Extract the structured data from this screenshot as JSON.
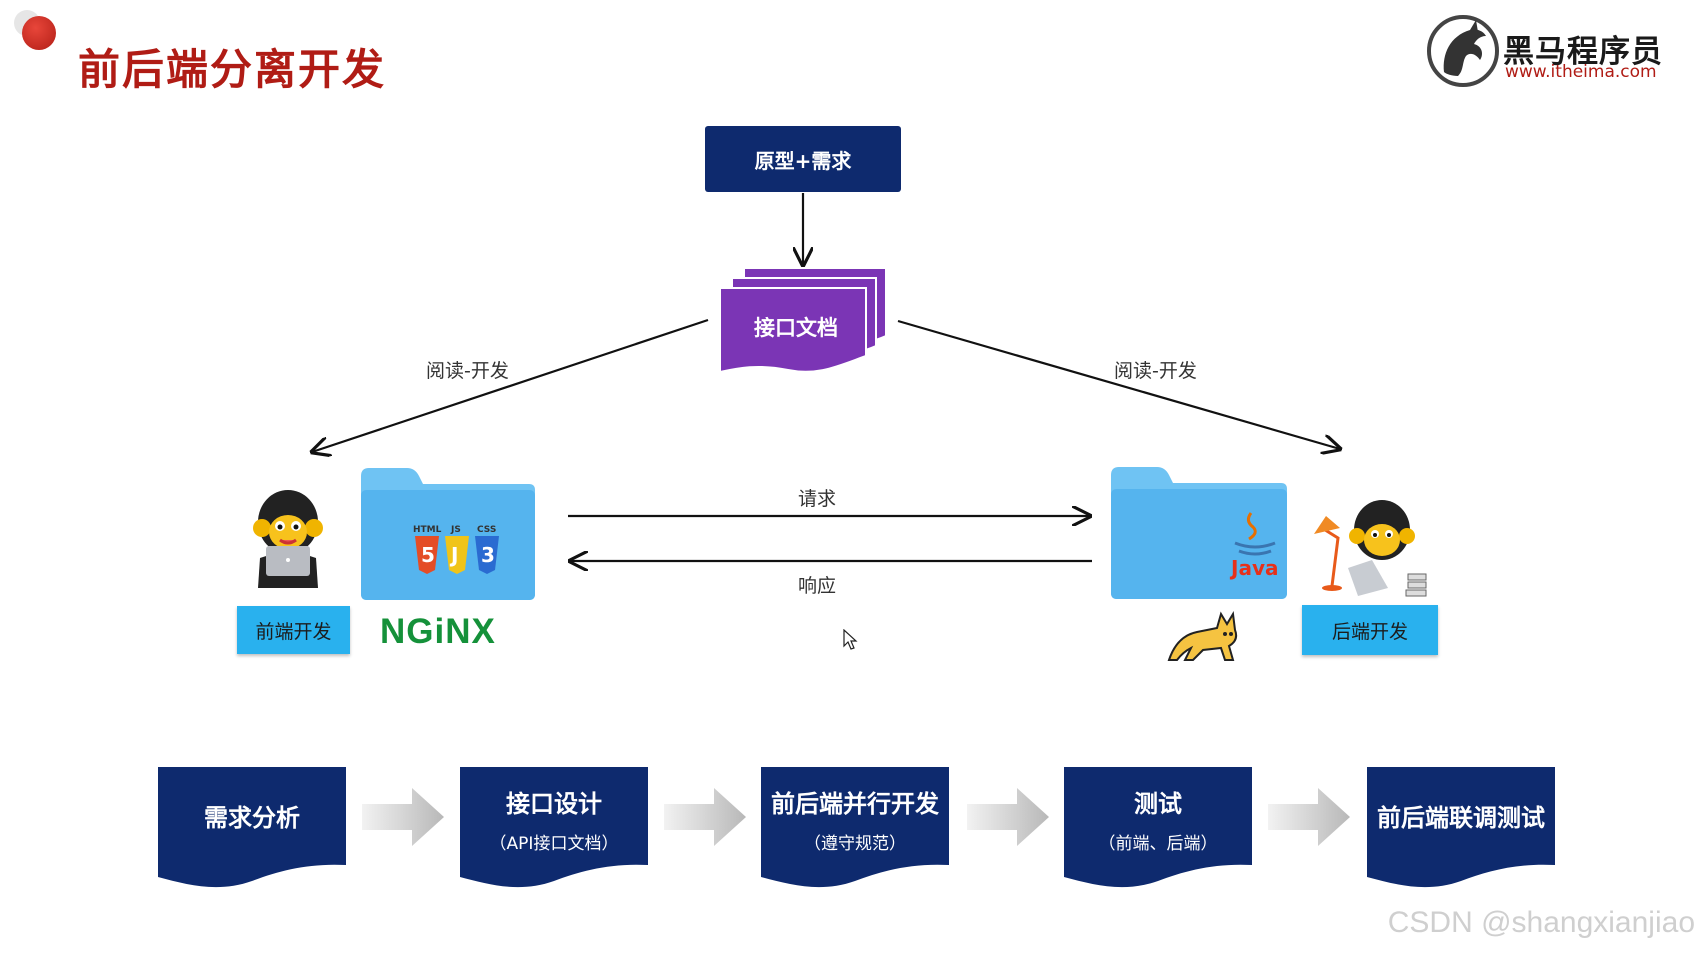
{
  "header": {
    "title": "前后端分离开发",
    "logo_name": "黑马程序员",
    "logo_url": "www.itheima.com"
  },
  "diagram": {
    "top_box": "原型+需求",
    "doc_box": "接口文档",
    "left_read_label": "阅读-开发",
    "right_read_label": "阅读-开发",
    "request_label": "请求",
    "response_label": "响应",
    "frontend_label": "前端开发",
    "backend_label": "后端开发",
    "nginx_label": "NGiNX",
    "html_badge": "HTML",
    "js_badge": "JS",
    "css_badge": "CSS",
    "java_label": "Java"
  },
  "steps": [
    {
      "main": "需求分析",
      "sub": ""
    },
    {
      "main": "接口设计",
      "sub": "（API接口文档）"
    },
    {
      "main": "前后端并行开发",
      "sub": "（遵守规范）"
    },
    {
      "main": "测试",
      "sub": "（前端、后端）"
    },
    {
      "main": "前后端联调测试",
      "sub": ""
    }
  ],
  "watermark": "CSDN @shangxianjiao",
  "colors": {
    "title": "#b01c15",
    "navy": "#0e2a6e",
    "purple": "#7b35b5",
    "dev_box": "#29b1ee",
    "folder": "#6fc3f3"
  }
}
